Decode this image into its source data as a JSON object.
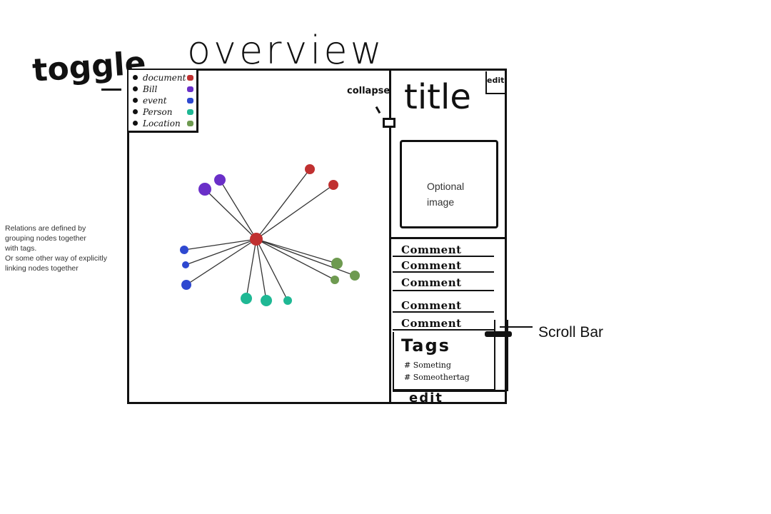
{
  "header": {
    "title": "overview"
  },
  "toggle": {
    "label": "toggle"
  },
  "legend": {
    "items": [
      {
        "label": "document",
        "color": "#c03030"
      },
      {
        "label": "Bill",
        "color": "#6a2fc8"
      },
      {
        "label": "event",
        "color": "#2e48d0"
      },
      {
        "label": "Person",
        "color": "#1fb894"
      },
      {
        "label": "Location",
        "color": "#6e9a50"
      }
    ]
  },
  "side_panel": {
    "collapse_label": "collapse",
    "title": "title",
    "edit_corner_label": "edit",
    "image_placeholder": "Optional image",
    "comments": [
      "Comment",
      "Comment",
      "Comment",
      "Comment",
      "Comment"
    ],
    "tags_heading": "Tags",
    "tags": [
      "# Someting",
      "# Someothertag"
    ],
    "edit_label": "edit"
  },
  "annotations": {
    "scroll_bar": "Scroll Bar",
    "relations_note": [
      "Relations are defined by",
      "grouping nodes together",
      "with tags.",
      "Or some other way of explicitly",
      "linking nodes together"
    ]
  },
  "graph": {
    "center": {
      "type": "document",
      "color": "#c03030"
    },
    "nodes": [
      {
        "type": "Bill",
        "color": "#6a2fc8"
      },
      {
        "type": "Bill",
        "color": "#6a2fc8"
      },
      {
        "type": "document",
        "color": "#c03030"
      },
      {
        "type": "document",
        "color": "#c03030"
      },
      {
        "type": "event",
        "color": "#2e48d0"
      },
      {
        "type": "event",
        "color": "#2e48d0"
      },
      {
        "type": "event",
        "color": "#2e48d0"
      },
      {
        "type": "Person",
        "color": "#1fb894"
      },
      {
        "type": "Person",
        "color": "#1fb894"
      },
      {
        "type": "Person",
        "color": "#1fb894"
      },
      {
        "type": "Location",
        "color": "#6e9a50"
      },
      {
        "type": "Location",
        "color": "#6e9a50"
      },
      {
        "type": "Location",
        "color": "#6e9a50"
      }
    ]
  }
}
